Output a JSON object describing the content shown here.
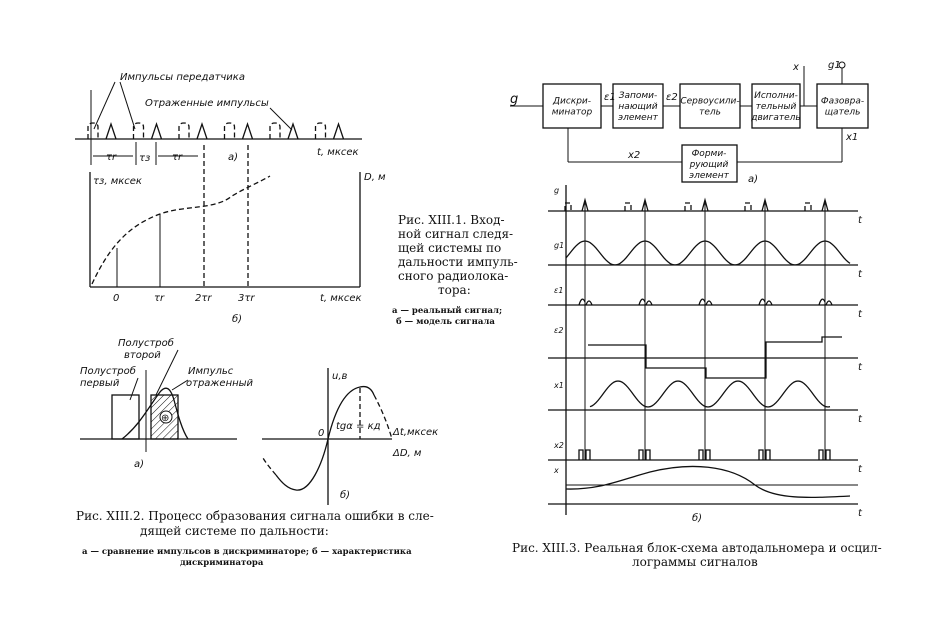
{
  "fig1": {
    "label_tx": "Импульсы передатчика",
    "label_refl": "Отраженные импульсы",
    "tau_r": "τr",
    "tau_z": "τз",
    "part_a": "а)",
    "t_axis": "t, мксек",
    "y_axis": "τз, мксек",
    "d_axis": "D, м",
    "ticks": [
      "0",
      "τr",
      "2τr",
      "3τr"
    ],
    "part_b": "б)",
    "caption": [
      "Рис. XIII.1. Вход-",
      "ной сигнал следя-",
      "щей системы по",
      "дальности импуль-",
      "сного радиолока-",
      "тора:"
    ],
    "sub": [
      "а — реальный сигнал;",
      "б — модель сигнала"
    ]
  },
  "fig2": {
    "strobe2": [
      "Полустроб",
      "второй"
    ],
    "strobe1": [
      "Полустроб",
      "первый"
    ],
    "pulse": [
      "Импульс",
      "отраженный"
    ],
    "plus": "⊕",
    "part_a": "а)",
    "u_axis": "u,в",
    "zero": "0",
    "slope": "tgα = кд",
    "dt_axis": "Δt,мксек",
    "dd_axis": "ΔD, м",
    "part_b": "б)",
    "caption": [
      "Рис. XIII.2. Процесс образования сигнала ошибки в сле-",
      "дящей системе по дальности:"
    ],
    "sub": [
      "а — сравнение импульсов в дискриминаторе; б — характеристика",
      "дискриминатора"
    ]
  },
  "fig3": {
    "input": "g",
    "blocks": [
      "Дискри-|минатор",
      "Запоми-|нающий|элемент",
      "Сервоусили-|тель",
      "Исполни-|тельный|двигатель",
      "Фазовра-|щатель"
    ],
    "former": "Форми-|рующий|элемент",
    "e1": "ε1",
    "e2": "ε2",
    "x": "x",
    "g1": "g1",
    "x1": "x1",
    "x2": "x2",
    "part_a": "а)",
    "traces": [
      "g",
      "g1",
      "ε1",
      "ε2",
      "x1",
      "x2",
      "x"
    ],
    "t": "t",
    "part_b": "б)",
    "caption": [
      "Рис. XIII.3. Реальная блок-схема автодальномера и осцил-",
      "лограммы сигналов"
    ]
  }
}
